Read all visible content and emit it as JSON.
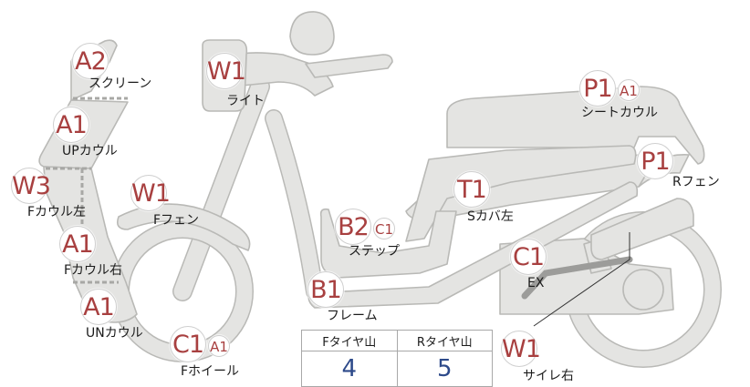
{
  "parts": [
    {
      "id": "screen",
      "grade": "A2",
      "label": "スクリーン"
    },
    {
      "id": "up-cowl",
      "grade": "A1",
      "label": "UPカウル"
    },
    {
      "id": "f-cowl-l",
      "grade": "W3",
      "label": "Fカウル左"
    },
    {
      "id": "f-cowl-r",
      "grade": "A1",
      "label": "Fカウル右"
    },
    {
      "id": "un-cowl",
      "grade": "A1",
      "label": "UNカウル"
    },
    {
      "id": "light",
      "grade": "W1",
      "label": "ライト"
    },
    {
      "id": "f-fender",
      "grade": "W1",
      "label": "Fフェン"
    },
    {
      "id": "f-wheel",
      "grade": "C1",
      "grade2": "A1",
      "label": "Fホイール"
    },
    {
      "id": "step",
      "grade": "B2",
      "grade2": "C1",
      "label": "ステップ"
    },
    {
      "id": "frame",
      "grade": "B1",
      "label": "フレーム"
    },
    {
      "id": "s-cover-l",
      "grade": "T1",
      "label": "Sカバ左"
    },
    {
      "id": "ex",
      "grade": "C1",
      "label": "EX"
    },
    {
      "id": "seat-cowl",
      "grade": "P1",
      "grade2": "A1",
      "label": "シートカウル"
    },
    {
      "id": "r-fender",
      "grade": "P1",
      "label": "Rフェン"
    },
    {
      "id": "muffler-r",
      "grade": "W1",
      "label": "サイレ右"
    }
  ],
  "tires": {
    "front_label": "Fタイヤ山",
    "rear_label": "Rタイヤ山",
    "front_value": "4",
    "rear_value": "5"
  },
  "colors": {
    "grade_text": "#a84040",
    "tire_value_text": "#2d4a8a",
    "part_fill": "#e4e4e2"
  }
}
